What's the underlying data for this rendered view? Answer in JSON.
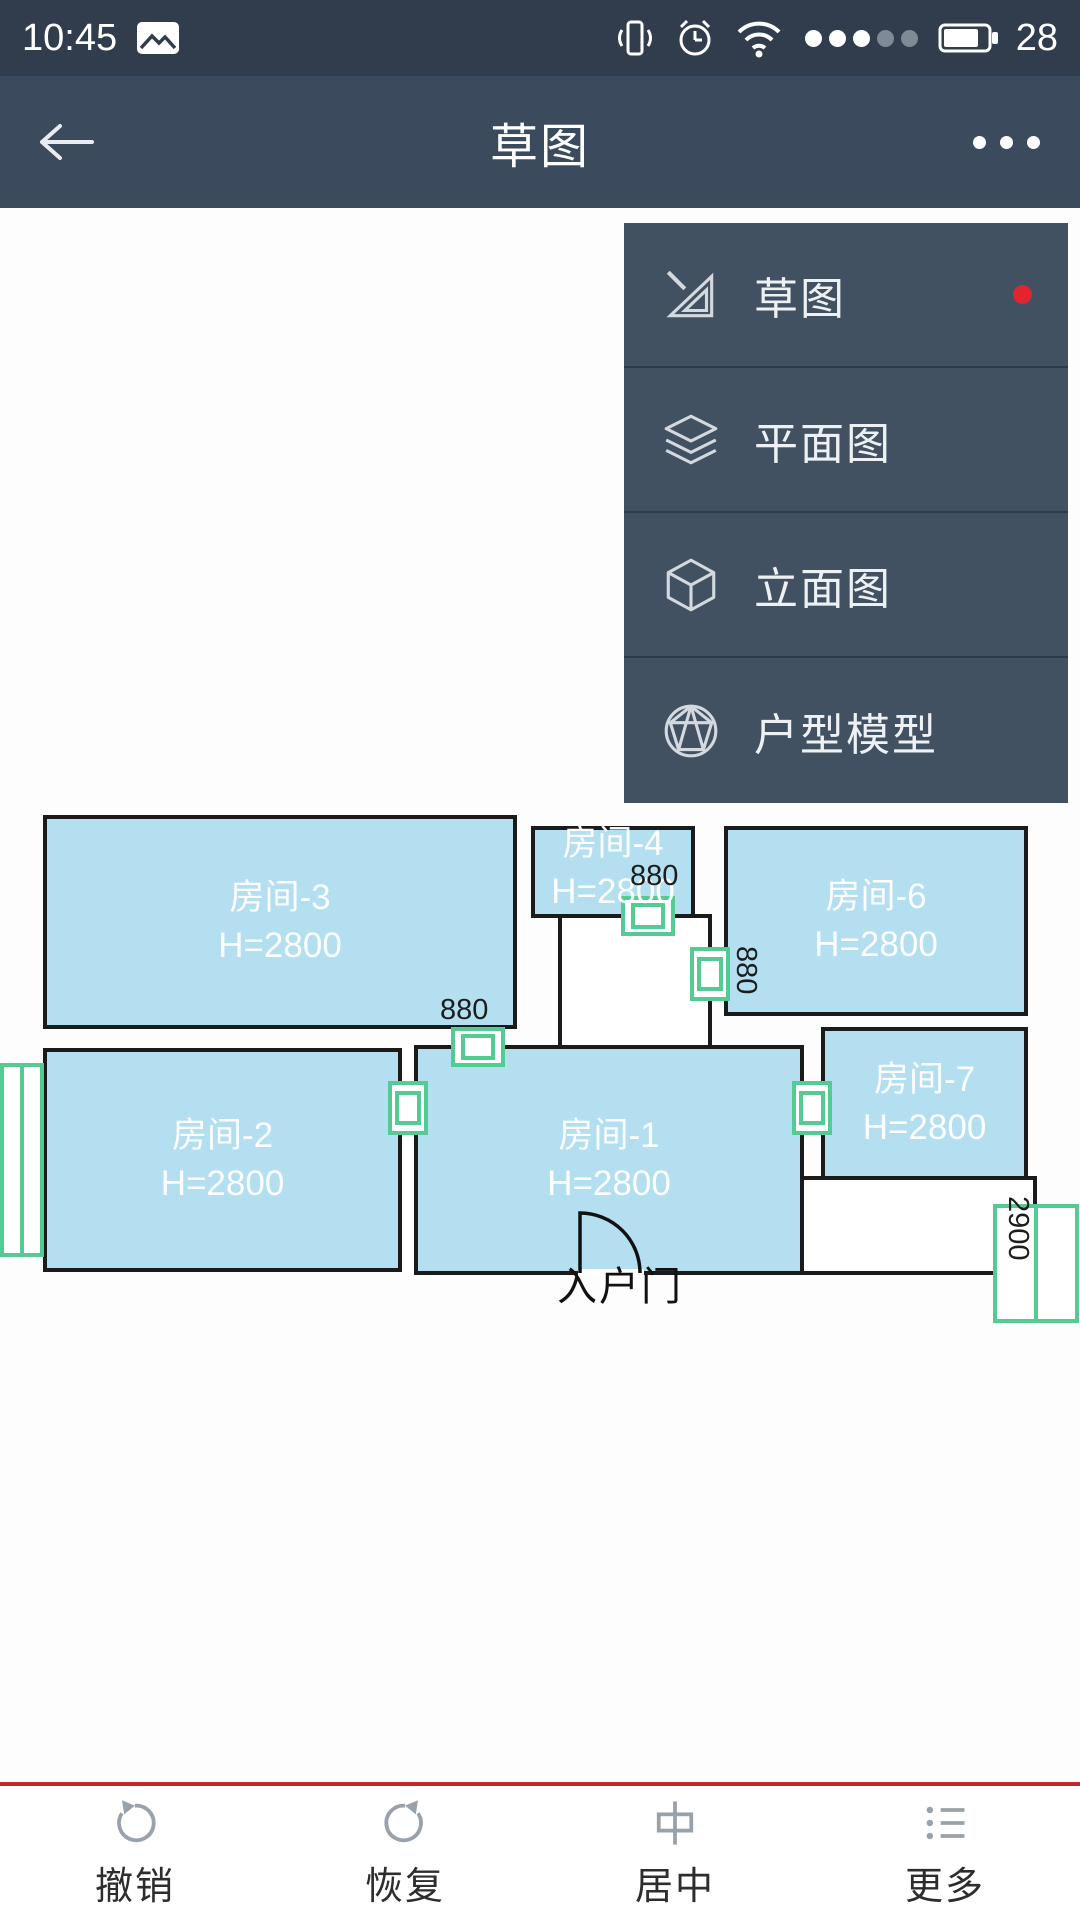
{
  "status_bar": {
    "time": "10:45",
    "battery_level": "28"
  },
  "header": {
    "title": "草图"
  },
  "menu": {
    "items": [
      {
        "label": "草图",
        "icon": "set-square-icon",
        "active": true
      },
      {
        "label": "平面图",
        "icon": "layers-icon",
        "active": false
      },
      {
        "label": "立面图",
        "icon": "cube-icon",
        "active": false
      },
      {
        "label": "户型模型",
        "icon": "wireframe-model-icon",
        "active": false
      }
    ]
  },
  "floorplan": {
    "rooms": [
      {
        "name": "房间-3",
        "height": "H=2800"
      },
      {
        "name": "房间-4",
        "height": "H=2800"
      },
      {
        "name": "房间-6",
        "height": "H=2800"
      },
      {
        "name": "房间-2",
        "height": "H=2800"
      },
      {
        "name": "房间-1",
        "height": "H=2800"
      },
      {
        "name": "房间-7",
        "height": "H=2800"
      }
    ],
    "dim_labels": [
      "880",
      "880",
      "880",
      "2900"
    ],
    "entrance_label": "入户门"
  },
  "toolbar": {
    "items": [
      {
        "label": "撤销",
        "icon": "undo-icon"
      },
      {
        "label": "恢复",
        "icon": "redo-icon"
      },
      {
        "label": "居中",
        "icon": "center-icon"
      },
      {
        "label": "更多",
        "icon": "more-list-icon"
      }
    ]
  },
  "colors": {
    "room_fill": "#b4dff0",
    "wall": "#1b1b1b",
    "opening_green": "#54cb92",
    "active_dot": "#e02430",
    "toolbar_line": "#c2252c",
    "bar_bg": "#3b4a5c"
  }
}
